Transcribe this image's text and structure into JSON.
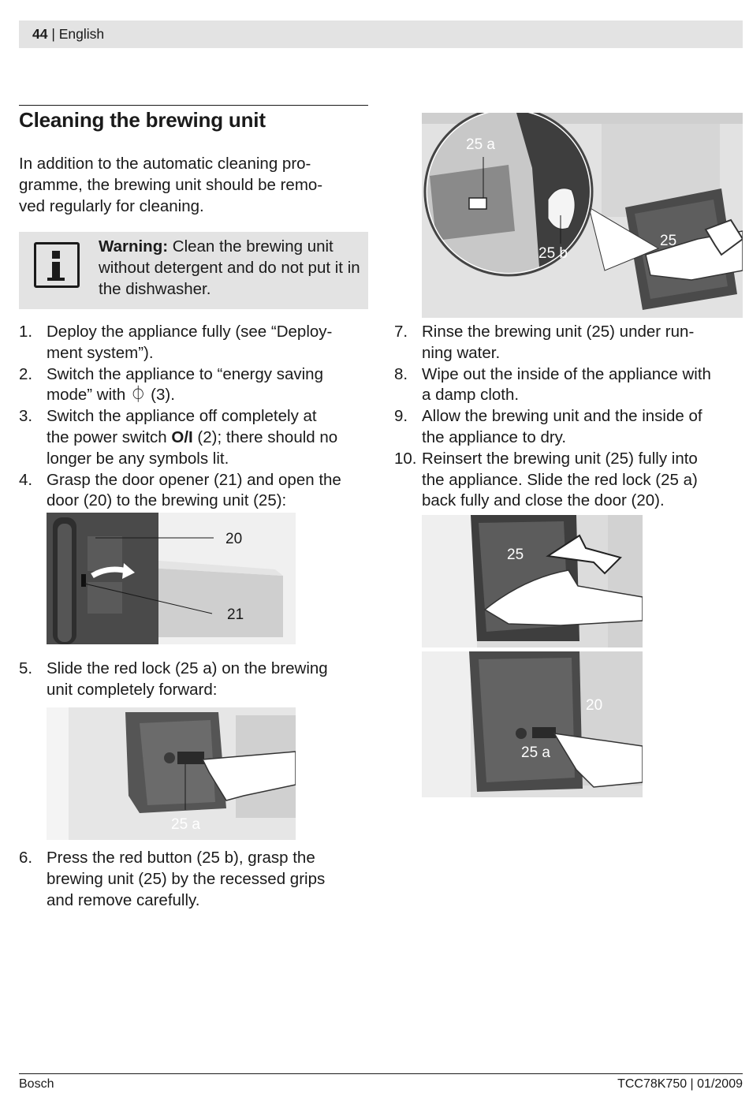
{
  "header": {
    "page_number": "44",
    "separator": " | ",
    "language": "English"
  },
  "section": {
    "title": "Cleaning the brewing unit",
    "intro": "In addition to the automatic cleaning pro-\ngramme, the brewing unit should be remo-\nved regularly for cleaning."
  },
  "warning": {
    "label": "Warning:",
    "text": " Clean the brewing unit without detergent and do not put it in the dishwasher."
  },
  "steps_left_a": [
    {
      "n": "1.",
      "text": "Deploy the appliance fully (see “Deploy-\nment system”)."
    },
    {
      "n": "2.",
      "text": "Switch the appliance to “energy saving\nmode” with ⏀ (3)."
    },
    {
      "n": "3.",
      "pre": "Switch the appliance off completely at\nthe power switch ",
      "bold": "O/I",
      "post": " (2); there should no\nlonger be any symbols lit."
    },
    {
      "n": "4.",
      "text": "Grasp the door opener (21) and open the\ndoor (20) to the brewing unit (25):"
    }
  ],
  "step5": {
    "n": "5.",
    "text": "Slide the red lock (25 a) on the brewing\nunit completely forward:"
  },
  "step6": {
    "n": "6.",
    "text": "Press the red button (25 b), grasp the\nbrewing unit (25) by the recessed grips\nand remove carefully."
  },
  "steps_right": [
    {
      "n": "7.",
      "text": "Rinse the brewing unit (25) under run-\nning water."
    },
    {
      "n": "8.",
      "text": "Wipe out the inside of the appliance with\na damp cloth."
    },
    {
      "n": "9.",
      "text": "Allow the brewing unit and the inside of\nthe appliance to dry."
    },
    {
      "n": "10.",
      "text": "Reinsert the brewing unit (25) fully into\nthe appliance. Slide the red lock (25 a)\nback fully and close the door (20)."
    }
  ],
  "figures": {
    "door": {
      "label_door": "20",
      "label_opener": "21"
    },
    "lock": {
      "label_lock": "25 a"
    },
    "removal": {
      "label_lock": "25 a",
      "label_button": "25 b",
      "label_unit": "25"
    },
    "reinsert": {
      "label_unit": "25"
    },
    "close": {
      "label_door": "20",
      "label_lock": "25 a"
    }
  },
  "footer": {
    "brand": "Bosch",
    "doc_ref": "TCC78K750 | 01/2009"
  }
}
